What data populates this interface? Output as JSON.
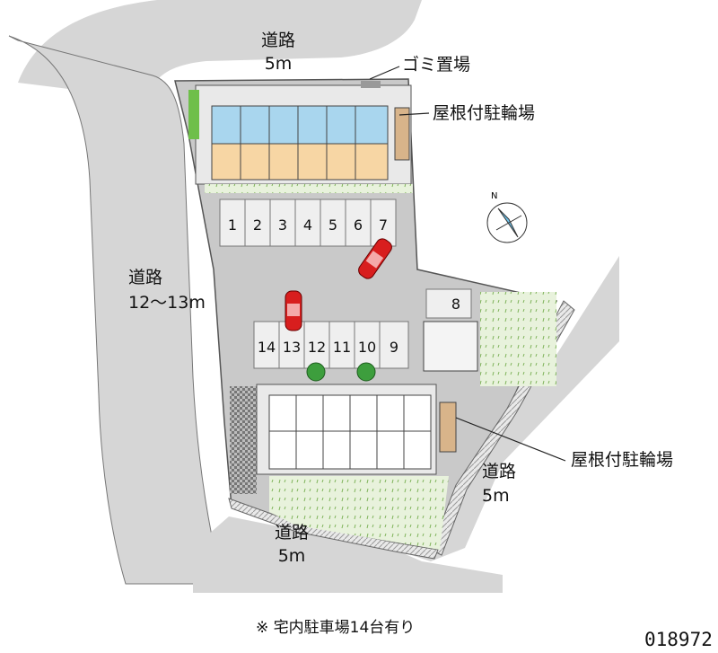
{
  "roads": {
    "top": {
      "name": "道路",
      "width": "5m"
    },
    "left": {
      "name": "道路",
      "width": "12～13m"
    },
    "right": {
      "name": "道路",
      "width": "5m"
    },
    "bottom": {
      "name": "道路",
      "width": "5m"
    }
  },
  "labels": {
    "garbage": "ゴミ置場",
    "bike_top": "屋根付駐輪場",
    "bike_bottom": "屋根付駐輪場"
  },
  "parking_top": [
    "1",
    "2",
    "3",
    "4",
    "5",
    "6",
    "7"
  ],
  "parking_right": "8",
  "parking_middle": [
    "14",
    "13",
    "12",
    "11",
    "10",
    "9"
  ],
  "footnote": "※ 宅内駐車場14台有り",
  "code": "018972",
  "compass_label": "N",
  "colors": {
    "road": "#d6d6d6",
    "lot": "#c9c9c9",
    "blue_unit": "#a9d6ee",
    "orange_unit": "#f7d6a4",
    "grass": "#e6f1da",
    "car": "#d81e1e"
  }
}
